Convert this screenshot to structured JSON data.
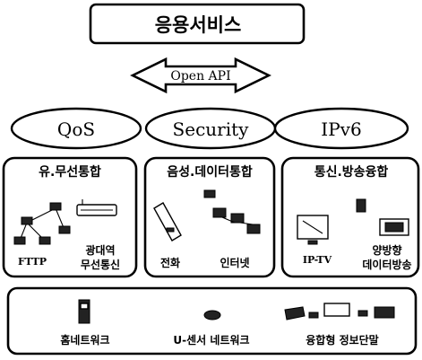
{
  "top_box": {
    "label": "응용서비스"
  },
  "api_arrow": {
    "label": "Open API"
  },
  "ellipses": [
    {
      "label": "QoS"
    },
    {
      "label": "Security"
    },
    {
      "label": "IPv6"
    }
  ],
  "panels": [
    {
      "title": "유.무선통합",
      "items": [
        {
          "label": "FTTP",
          "icon": "network-nodes-icon"
        },
        {
          "label_line1": "광대역",
          "label_line2": "무선통신",
          "icon": "router-icon"
        }
      ]
    },
    {
      "title": "음성.데이터통합",
      "items": [
        {
          "label": "전화",
          "icon": "phone-icon"
        },
        {
          "label": "인터넷",
          "icon": "computers-icon"
        }
      ]
    },
    {
      "title": "통신.방송융합",
      "items": [
        {
          "label": "IP-TV",
          "icon": "tv-icon"
        },
        {
          "label_line1": "양방향",
          "label_line2": "데이터방송",
          "icon": "broadcast-icon"
        }
      ]
    }
  ],
  "bottom_box": {
    "items": [
      {
        "label": "홈네트워크",
        "icon": "home-device-icon"
      },
      {
        "label": "U-센서 네트워크",
        "icon": "sensor-icon"
      },
      {
        "label": "융합형 정보단말",
        "icon": "terminals-icon"
      }
    ]
  }
}
